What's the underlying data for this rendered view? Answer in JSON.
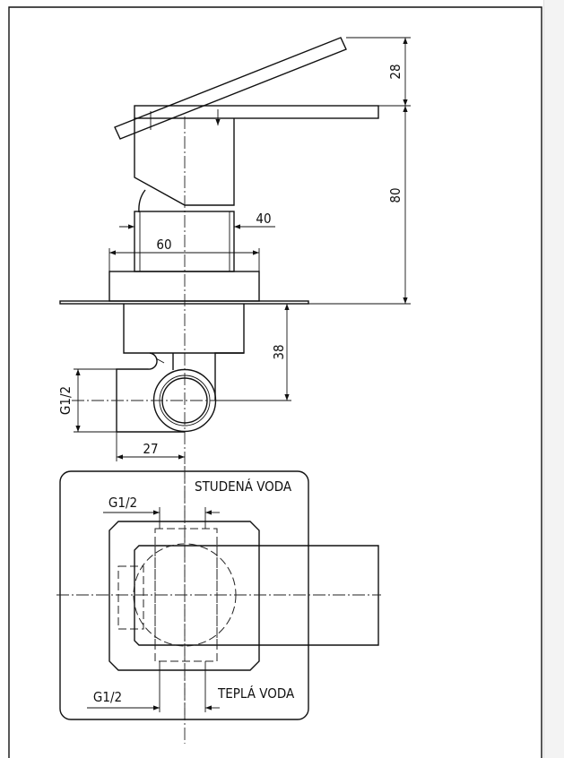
{
  "side_view": {
    "dim_lever_height": "28",
    "dim_total_height": "80",
    "dim_stem_width": "40",
    "dim_base_width": "60",
    "dim_body_depth": "38",
    "dim_thread": "G1/2",
    "dim_pipe_offset": "27"
  },
  "top_view": {
    "label_cold": "STUDENÁ VODA",
    "label_hot": "TEPLÁ VODA",
    "dim_thread_top": "G1/2",
    "dim_thread_bottom": "G1/2"
  }
}
